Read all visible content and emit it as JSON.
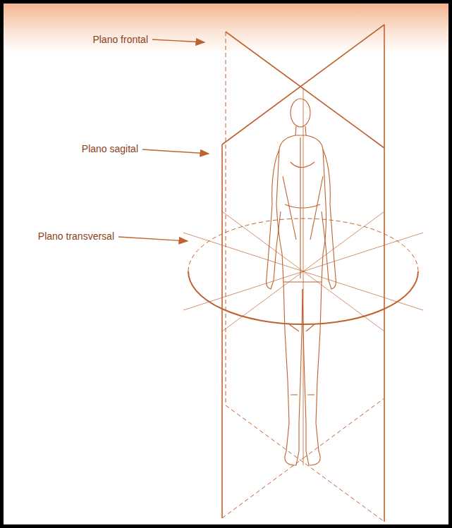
{
  "diagram": {
    "labels": [
      "Plano frontal",
      "Plano sagital",
      "Plano transversal"
    ]
  }
}
